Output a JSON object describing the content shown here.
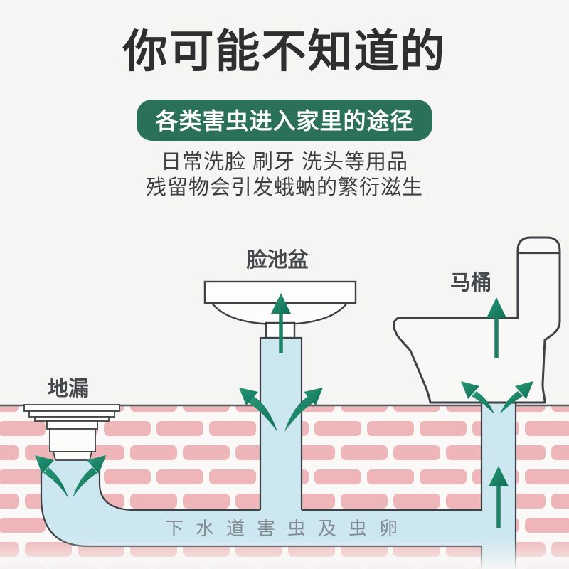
{
  "header": {
    "title": "你可能不知道的",
    "banner": "各类害虫进入家里的途径",
    "subtitle_line1": "日常洗脸 刷牙 洗头等用品",
    "subtitle_line2": "残留物会引发蛾蚋的繁衍滋生"
  },
  "diagram": {
    "labels": {
      "floor_drain": "地漏",
      "wash_basin": "脸池盆",
      "toilet": "马桶",
      "sewer_pipe": "下水道害虫及虫卵"
    },
    "colors": {
      "banner_green": "#2b7158",
      "pipe_blue": "#cde7f1",
      "brick_pink": "#efb6b9",
      "mortar_white": "#fbf9f7",
      "outline_dark": "#3e4247",
      "arrow_teal_light": "#2b9a78",
      "arrow_teal_dark": "#0e6e56",
      "floor_line": "#55585c",
      "label_gray": "#45494d",
      "sewer_text_gray": "#868c93",
      "background": "#f5f5f3"
    }
  }
}
